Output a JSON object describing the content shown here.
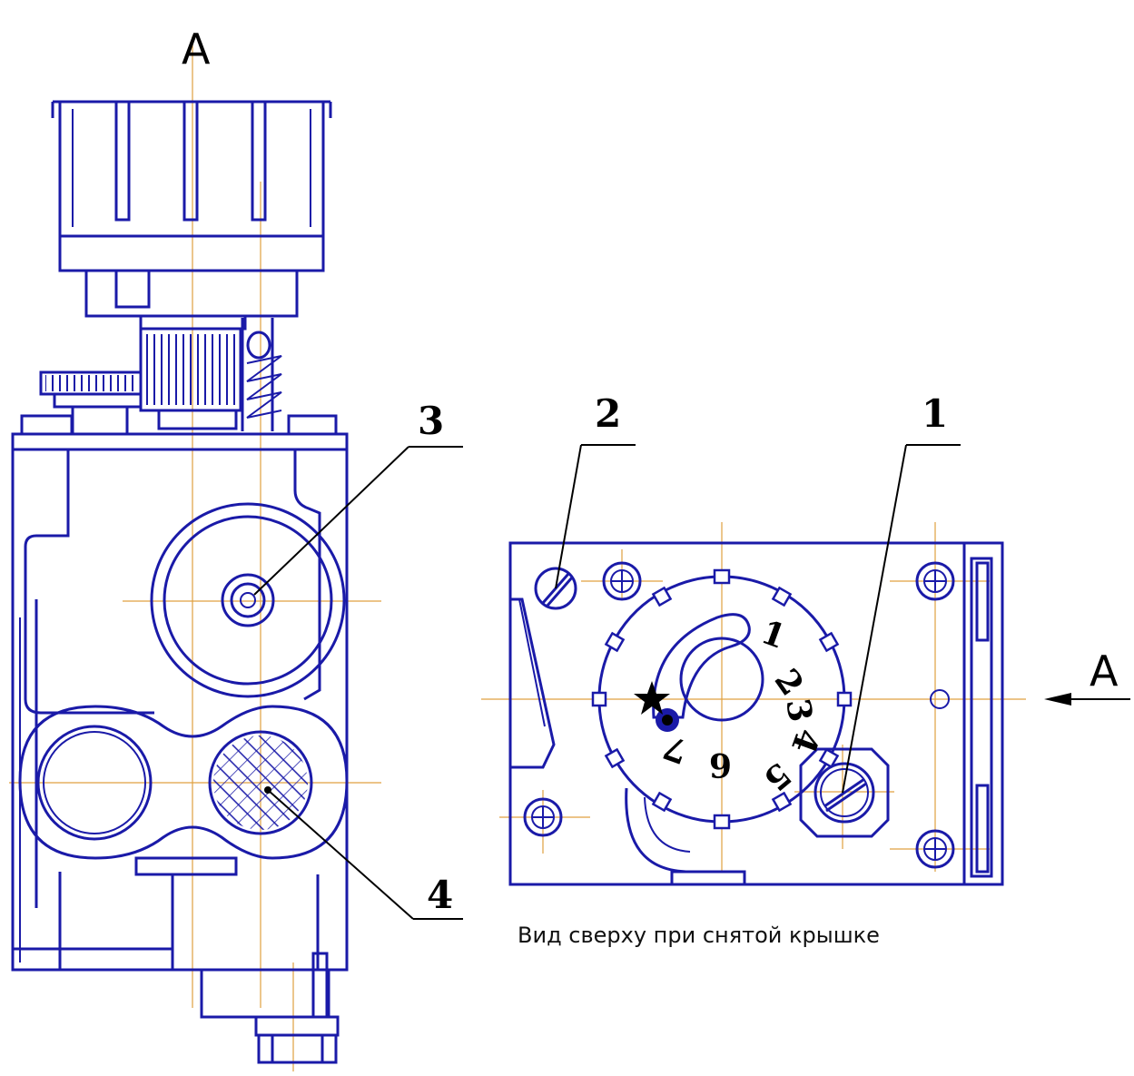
{
  "section_letters": {
    "top": "A",
    "right": "A"
  },
  "callouts": {
    "c1": "1",
    "c2": "2",
    "c3": "3",
    "c4": "4"
  },
  "dial_numbers": [
    "1",
    "2",
    "3",
    "4",
    "5",
    "6",
    "7"
  ],
  "caption": "Вид сверху при снятой крышке",
  "colors": {
    "outline": "#1a1aa8",
    "axis": "#e0a040",
    "leader": "#000000"
  }
}
